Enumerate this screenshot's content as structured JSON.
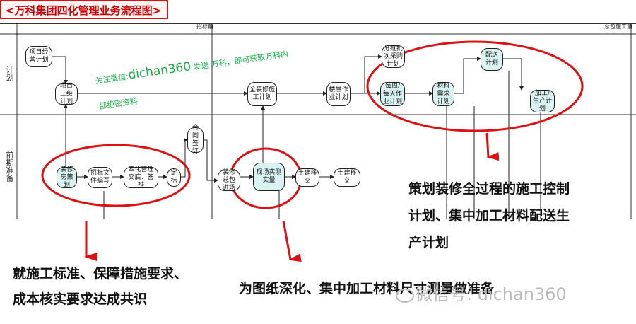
{
  "title": "<万科集团四化管理业务流程图>",
  "markers": {
    "m1": "招标前",
    "m2": "总包施工前"
  },
  "lanes": {
    "plan": "计划",
    "prep": "前期准备"
  },
  "nodes": {
    "proj_plan": "项目经营计划",
    "three_plan": "项目三级计划",
    "decor_plan": "装修房策划",
    "bid_doc": "招标文件编写",
    "four_doc": "四化管理交底、答辩",
    "award": "定标",
    "contract": "合同签订",
    "full_decor": "全装修施工计划",
    "decor_total": "装修总包进场",
    "site_measure": "现场实测实量",
    "civil_handover": "土建移交",
    "civil_move": "土建移交",
    "floor_work": "楼层作业计划",
    "batch_purchase": "分批批次采购计划",
    "weekly": "每周/每天作业计划",
    "material": "材料需求计划",
    "delivery": "配送计划",
    "production": "加工/生产计划"
  },
  "watermarks": {
    "line1": "关注微信:",
    "handle": "dichan360",
    "line1b": "发送 万科，即可获取万科内",
    "line2": "部绝密资料"
  },
  "notes": {
    "right": [
      "策划装修全过程的施工控制",
      "计划、集中加工材料配送生",
      "产计划"
    ],
    "left": [
      "就施工标准、保障措施要求、",
      "成本核实要求达成共识"
    ],
    "mid": "为图纸深化、集中加工材料尺寸测量做准备"
  },
  "wechat": "微信号: dichan360",
  "colors": {
    "accent": "#d11111",
    "node_highlight": "#d9f3f3",
    "watermark": "#17a845"
  }
}
